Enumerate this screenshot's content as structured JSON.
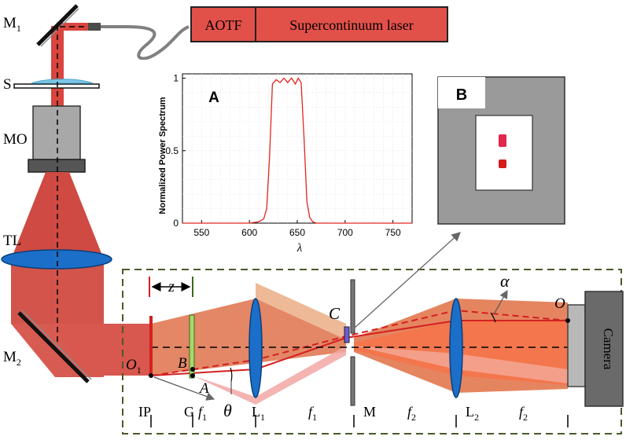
{
  "labels": {
    "m1": "M",
    "m1_sub": "1",
    "s": "S",
    "mo": "MO",
    "tl": "TL",
    "m2": "M",
    "m2_sub": "2",
    "aotf": "AOTF",
    "laser": "Supercontinuum laser",
    "camera": "Camera",
    "z": "z",
    "alpha": "α",
    "theta": "θ",
    "o": "O",
    "o1": "O",
    "o1_sub": "1",
    "b": "B",
    "a": "A",
    "c": "C"
  },
  "bottom_labels": [
    {
      "text": "IP",
      "sub": ""
    },
    {
      "text": "G",
      "sub": ""
    },
    {
      "text": "f",
      "sub": "1"
    },
    {
      "text": "L",
      "sub": "1"
    },
    {
      "text": "f",
      "sub": "1"
    },
    {
      "text": "M",
      "sub": ""
    },
    {
      "text": "f",
      "sub": "2"
    },
    {
      "text": "L",
      "sub": "2"
    },
    {
      "text": "f",
      "sub": "2"
    }
  ],
  "inset_a": {
    "panel_label": "A",
    "ylabel": "Normalized Power Spectrum",
    "xlabel": "λ",
    "xticks": [
      550,
      600,
      650,
      700,
      750
    ],
    "yticks": [
      {
        "v": 0,
        "label": "0"
      },
      {
        "v": 0.5,
        "label": "0.5"
      },
      {
        "v": 1,
        "label": "1"
      }
    ],
    "xlim": [
      530,
      770
    ],
    "ylim": [
      0,
      1.03
    ]
  },
  "inset_b": {
    "panel_label": "B"
  },
  "chart_data": {
    "type": "line",
    "xlabel": "λ",
    "ylabel": "Normalized Power Spectrum",
    "xlim": [
      530,
      770
    ],
    "ylim": [
      0,
      1.03
    ],
    "grid": true,
    "series": [
      {
        "x": [
          530,
          600,
          610,
          615,
          618,
          621,
          624,
          628,
          632,
          636,
          640,
          644,
          648,
          651,
          654,
          657,
          660,
          663,
          666,
          670,
          680,
          770
        ],
        "values": [
          0,
          0,
          0.01,
          0.03,
          0.1,
          0.45,
          0.96,
          0.99,
          0.97,
          1.0,
          0.97,
          1.0,
          0.96,
          1.0,
          0.97,
          0.6,
          0.15,
          0.04,
          0.01,
          0,
          0,
          0
        ]
      }
    ]
  }
}
